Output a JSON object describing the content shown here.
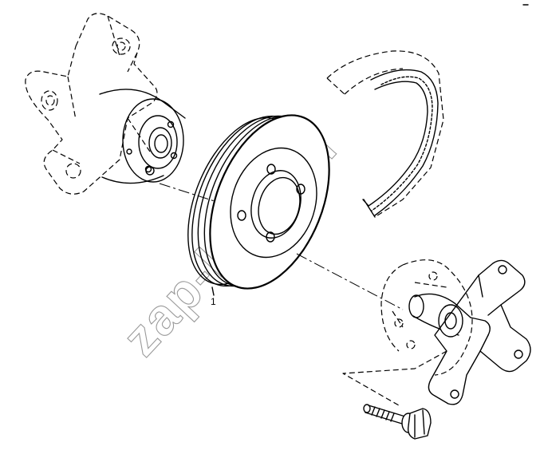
{
  "callouts": [
    {
      "id": "1",
      "text": "1"
    }
  ],
  "watermark": {
    "text": "zap-kam.ru"
  },
  "corner_mark": {
    "text": ""
  }
}
